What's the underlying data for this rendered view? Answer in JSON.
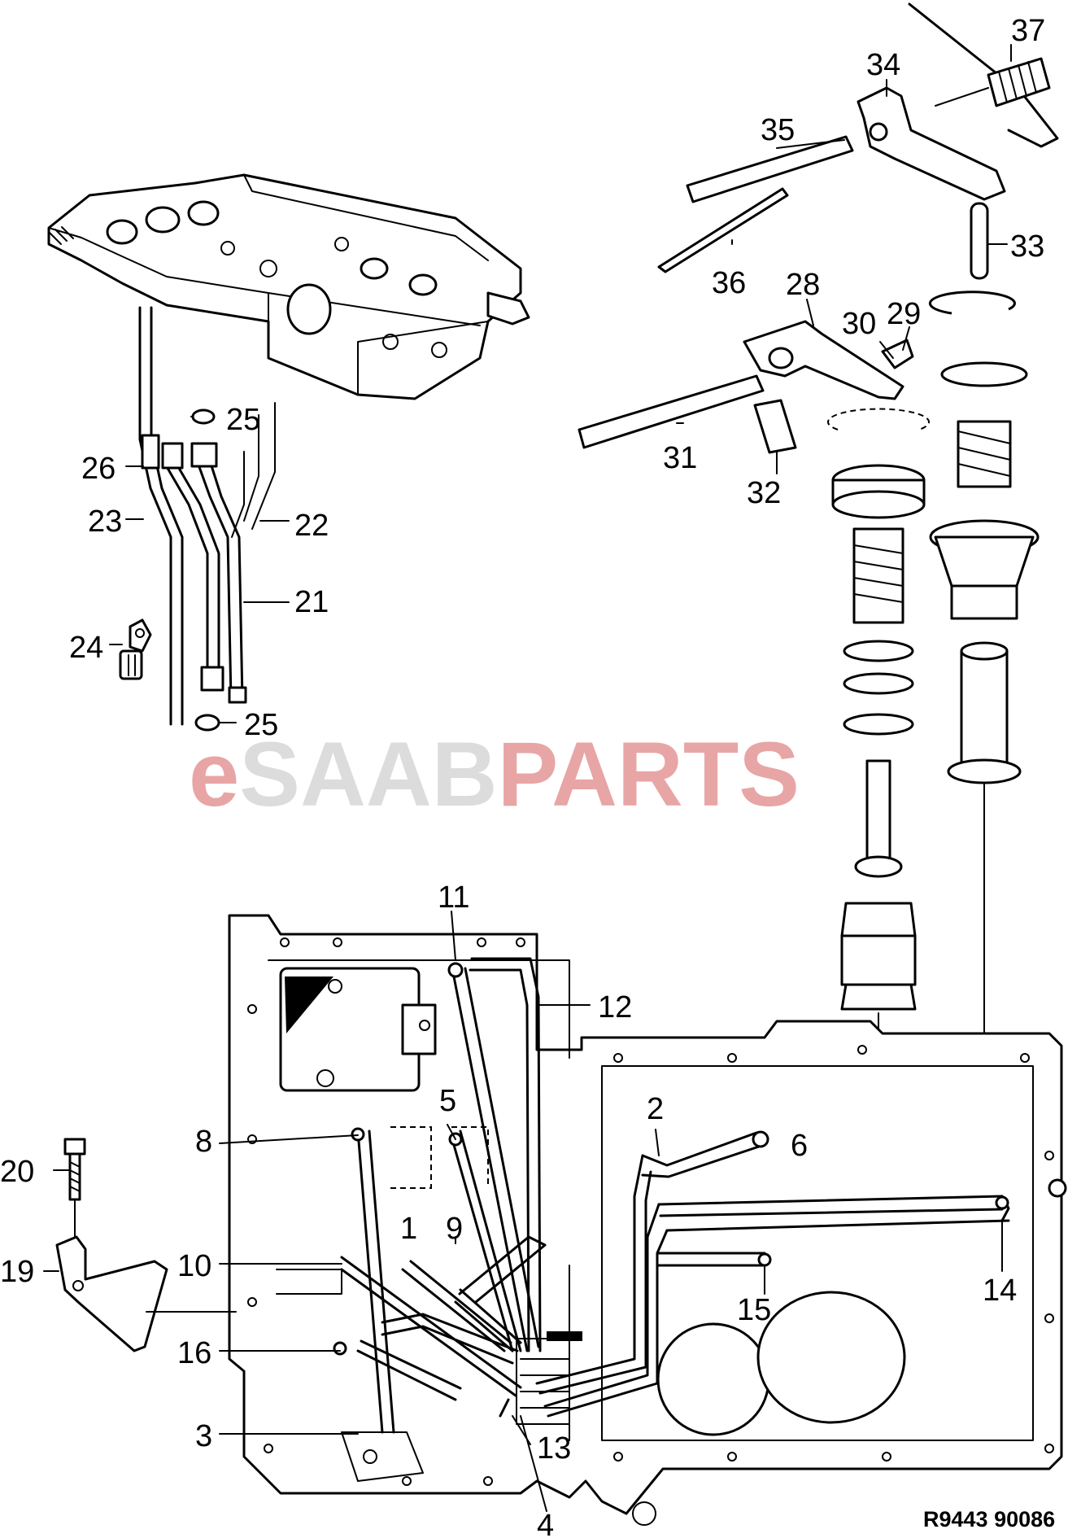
{
  "watermark": {
    "prefix": "e",
    "brand": "SAAB",
    "suffix": "PARTS",
    "color_prefix": "#e8a5a5",
    "color_brand": "#dcdcdc",
    "color_suffix": "#e8a5a5"
  },
  "drawing_code": "R9443  90086",
  "callouts": {
    "c2": "2",
    "c3": "3",
    "c4": "4",
    "c5": "5",
    "c6": "6",
    "c8": "8",
    "c9": "9",
    "c1": "1",
    "c10": "10",
    "c11": "11",
    "c12": "12",
    "c13": "13",
    "c14": "14",
    "c15": "15",
    "c16": "16",
    "c19": "19",
    "c20": "20",
    "c21": "21",
    "c22": "22",
    "c23": "23",
    "c24": "24",
    "c25a": "25",
    "c25b": "25",
    "c26": "26",
    "c28": "28",
    "c29": "29",
    "c30": "30",
    "c31": "31",
    "c32": "32",
    "c33": "33",
    "c34": "34",
    "c35": "35",
    "c36": "36",
    "c37": "37"
  }
}
